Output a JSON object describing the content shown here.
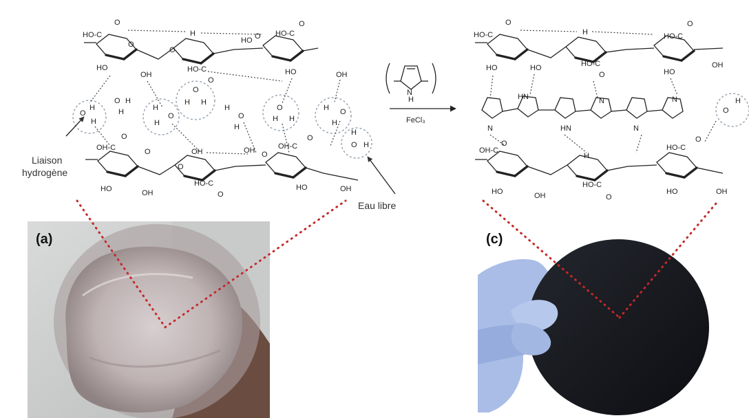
{
  "panels": {
    "a": "(a)",
    "c": "(c)"
  },
  "labels": {
    "hbond_line1": "Liaison",
    "hbond_line2": "hydrogène",
    "free_water": "Eau libre",
    "catalyst": "FeCl₃"
  },
  "atoms": {
    "HO": "HO",
    "OH": "OH",
    "O": "O",
    "H": "H",
    "C": "C",
    "HN": "HN",
    "NH": "NH",
    "N": "N",
    "OHC": "OH-C",
    "HOC": "HO-C",
    "HOC2": "HO-C"
  },
  "colors": {
    "hydrogen_bond_circle": "#9aa5b1",
    "guide_dots": "#c62828",
    "glove": "#a9bde6",
    "film": "#15171c",
    "gel": "#bfb3b4"
  }
}
